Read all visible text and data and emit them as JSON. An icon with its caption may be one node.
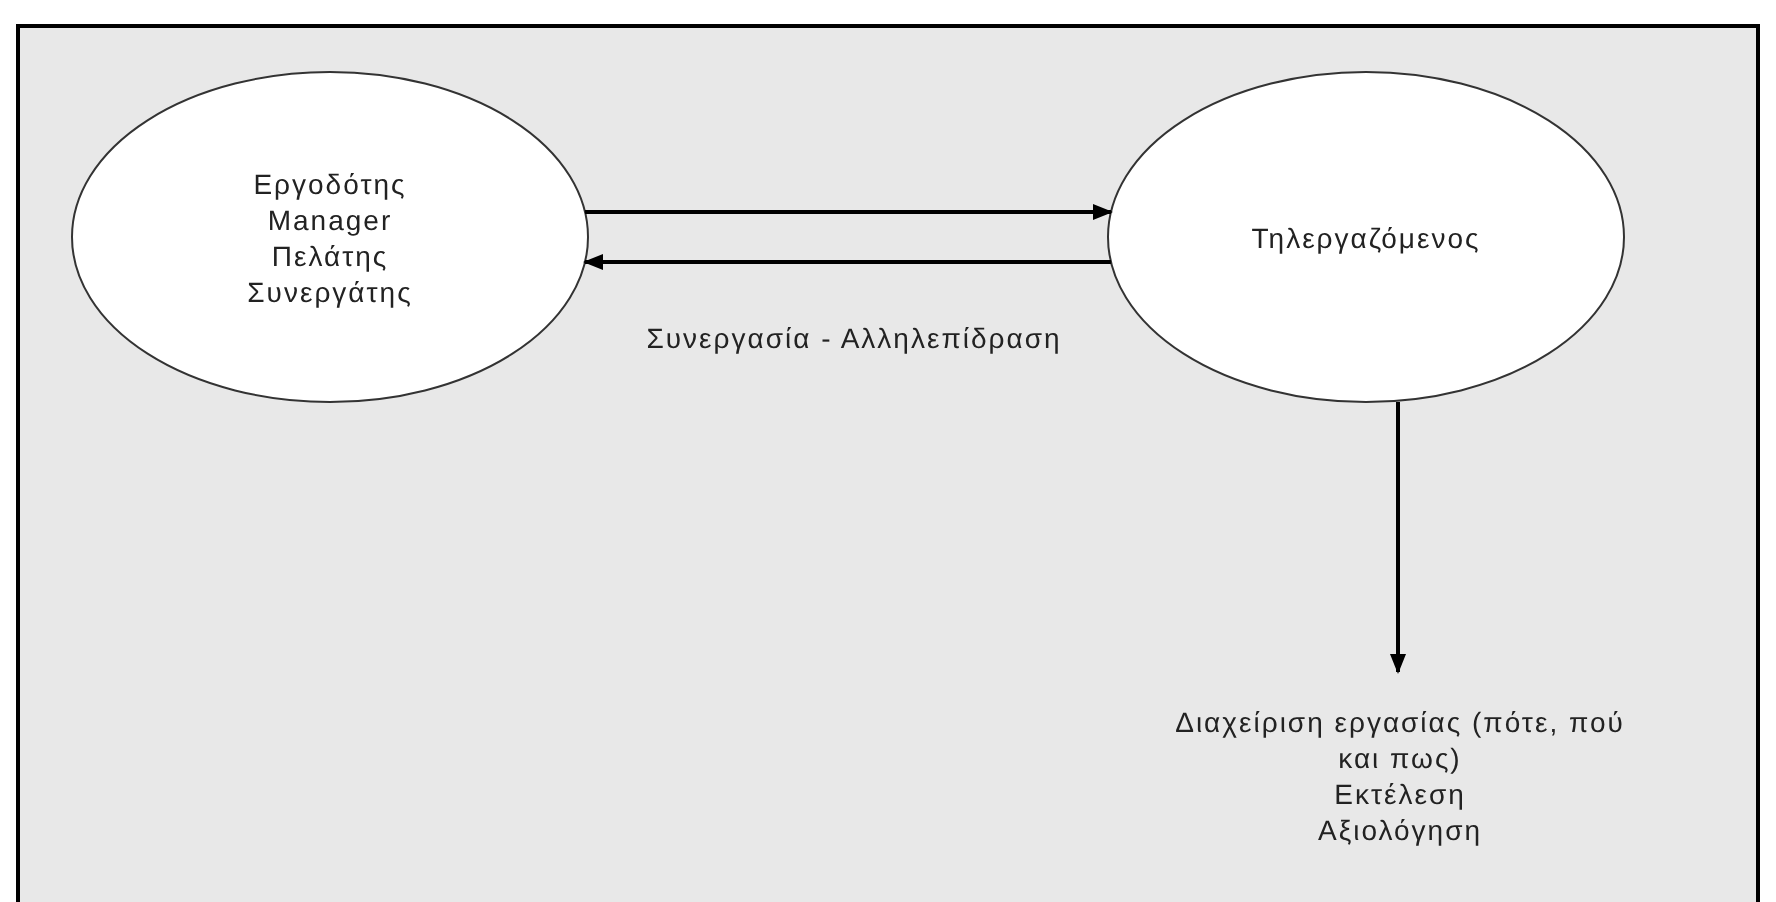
{
  "diagram": {
    "nodes": [
      {
        "text": [
          "Εργοδότης",
          "Manager",
          "Πελάτης",
          "Συνεργάτης"
        ]
      },
      {
        "text": [
          "Τηλεργαζόμενος"
        ]
      },
      {
        "text": [
          "Διαχείριση εργασίας (πότε, πού και πως)",
          "Εκτέλεση",
          "Αξιολόγηση"
        ]
      }
    ],
    "edges": [
      {
        "from": 0,
        "to": 1,
        "arrow": "to"
      },
      {
        "from": 1,
        "to": 0,
        "arrow": "to"
      },
      {
        "from": 1,
        "to": 2,
        "arrow": "to"
      }
    ],
    "labels": [
      "Συνεργασία - Αλληλεπίδραση"
    ]
  }
}
